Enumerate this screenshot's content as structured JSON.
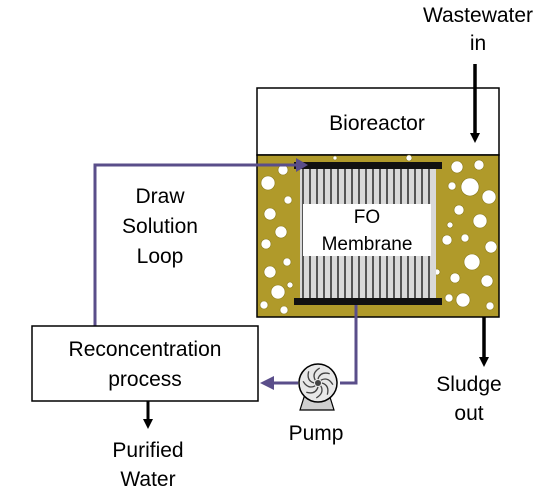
{
  "labels": {
    "wastewater_line1": "Wastewater",
    "wastewater_line2": "in",
    "bioreactor": "Bioreactor",
    "draw_line1": "Draw",
    "draw_line2": "Solution",
    "draw_line3": "Loop",
    "fo_line1": "FO",
    "fo_line2": "Membrane",
    "recon_line1": "Reconcentration",
    "recon_line2": "process",
    "pump": "Pump",
    "sludge_line1": "Sludge",
    "sludge_line2": "out",
    "purified_line1": "Purified",
    "purified_line2": "Water"
  },
  "colors": {
    "sludge_fill": "#b09a2a",
    "draw_loop": "#5a4e8a",
    "membrane_bar": "#111111",
    "bubble": "#ffffff"
  },
  "icons": [
    "pump-icon",
    "arrow-down-icon",
    "arrow-left-icon"
  ]
}
